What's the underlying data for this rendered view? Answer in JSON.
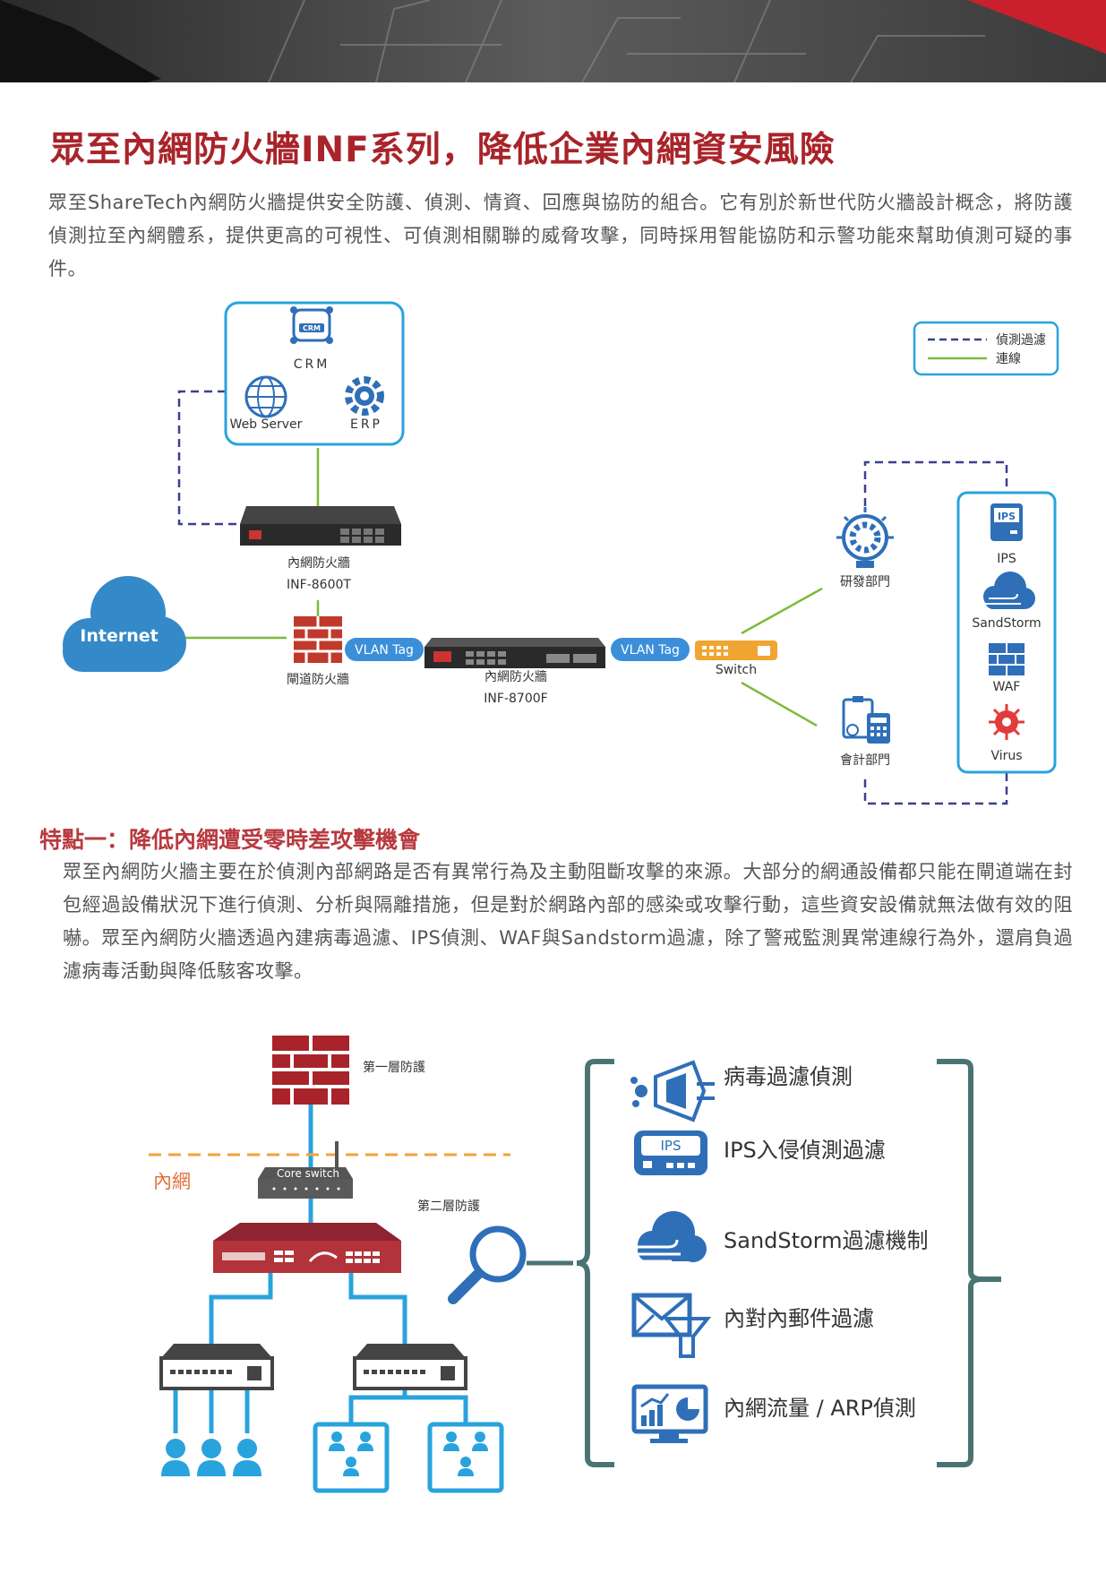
{
  "title": "眾至內網防火牆INF系列，降低企業內網資安風險",
  "intro": "眾至ShareTech內網防火牆提供安全防護、偵測、情資、回應與協防的組合。它有別於新世代防火牆設計概念，將防護偵測拉至內網體系，提供更高的可視性、可偵測相關聯的威脅攻擊，同時採用智能協防和示警功能來幫助偵測可疑的事件。",
  "diagram1": {
    "legend": {
      "dashed": "偵測過濾",
      "solid": "連線"
    },
    "servers": {
      "crm_badge": "CRM",
      "crm": "CRM",
      "web": "Web Server",
      "erp": "ERP"
    },
    "inf8600": {
      "name": "內網防火牆",
      "model": "INF-8600T"
    },
    "internet": "Internet",
    "gateway": "閘道防火牆",
    "vlan_left": "VLAN Tag",
    "vlan_right": "VLAN Tag",
    "inf8700": {
      "name": "內網防火牆",
      "model": "INF-8700F"
    },
    "switch": "Switch",
    "dept_rd": "研發部門",
    "dept_acc": "會計部門",
    "services": {
      "ips_badge": "IPS",
      "ips": "IPS",
      "sandstorm": "SandStorm",
      "waf": "WAF",
      "virus": "Virus"
    }
  },
  "feature1": {
    "title": "特點一：降低內網遭受零時差攻擊機會",
    "text": "眾至內網防火牆主要在於偵測內部網路是否有異常行為及主動阻斷攻擊的來源。大部分的網通設備都只能在閘道端在封包經過設備狀況下進行偵測、分析與隔離措施，但是對於網路內部的感染或攻擊行動，這些資安設備就無法做有效的阻嚇。眾至內網防火牆透過內建病毒過濾、IPS偵測、WAF與Sandstorm過濾，除了警戒監測異常連線行為外，還肩負過濾病毒活動與降低駭客攻擊。"
  },
  "diagram2": {
    "layer1": "第一層防護",
    "layer2": "第二層防護",
    "intranet": "內網",
    "core_switch": "Core switch",
    "ips_badge": "IPS",
    "features": [
      "病毒過濾偵測",
      "IPS入侵偵測過濾",
      "SandStorm過濾機制",
      "內對內郵件過濾",
      "內網流量 / ARP偵測"
    ]
  },
  "colors": {
    "title_red": "#a8242a",
    "accent_blue": "#2e6fb8",
    "line_green": "#7dbb3a",
    "dashed_purple": "#3a3f8f",
    "bracket": "#4a7474"
  }
}
